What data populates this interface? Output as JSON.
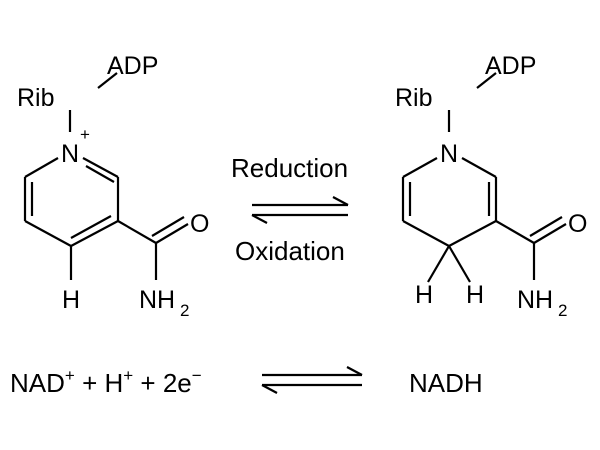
{
  "left_molecule": {
    "rib": "Rib",
    "adp": "ADP",
    "nitrogen": "N",
    "charge": "+",
    "hydrogen": "H",
    "amide_o": "O",
    "amide_nh": "NH",
    "amide_sub": "2"
  },
  "right_molecule": {
    "rib": "Rib",
    "adp": "ADP",
    "nitrogen": "N",
    "hydrogen_a": "H",
    "hydrogen_b": "H",
    "amide_o": "O",
    "amide_nh": "NH",
    "amide_sub": "2"
  },
  "center": {
    "top_label": "Reduction",
    "bottom_label": "Oxidation"
  },
  "equation": {
    "nad": "NAD",
    "nad_charge": "+",
    "plus1": " + H",
    "h_charge": "+",
    "plus2": " + 2e",
    "minus": "−",
    "product": "NADH"
  }
}
